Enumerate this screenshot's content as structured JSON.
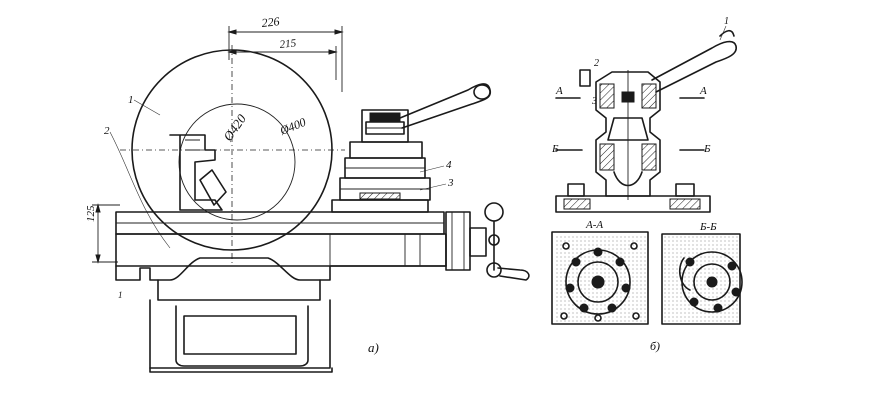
{
  "figure": {
    "dim_upper": "226",
    "dim_lower": "215",
    "dim_left": "125",
    "swing_label": "Ø420",
    "swing_label_2": "Ø400",
    "part_labels": [
      "1",
      "2",
      "3",
      "4"
    ],
    "view_a_caption": "а)",
    "view_b_caption": "б)",
    "section_a_label": "А-А",
    "section_b_label": "Б-Б",
    "cut_a": "А",
    "cut_b": "Б",
    "right_part_labels": [
      "1",
      "2",
      "3"
    ]
  }
}
